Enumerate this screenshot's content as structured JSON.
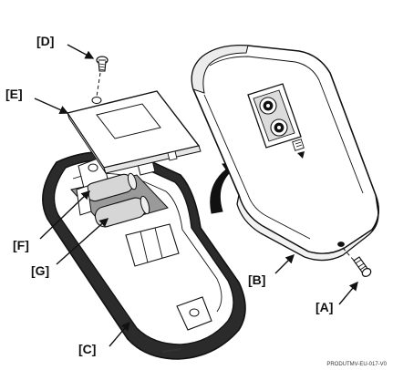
{
  "callouts": {
    "a": "[A]",
    "b": "[B]",
    "c": "[C]",
    "d": "[D]",
    "e": "[E]",
    "f": "[F]",
    "g": "[G]"
  },
  "reference_code": "PRODUTMV-EU-017-V0",
  "colors": {
    "line": "#111111",
    "housing_fill": "#ffffff",
    "base_dark": "#2b2b2b",
    "battery_fill": "#d6d6d6",
    "cavity_fill": "#9a9a9a"
  },
  "icons": {
    "rotation_arrow": "curved-arrow-icon",
    "screw": "screw-icon"
  }
}
